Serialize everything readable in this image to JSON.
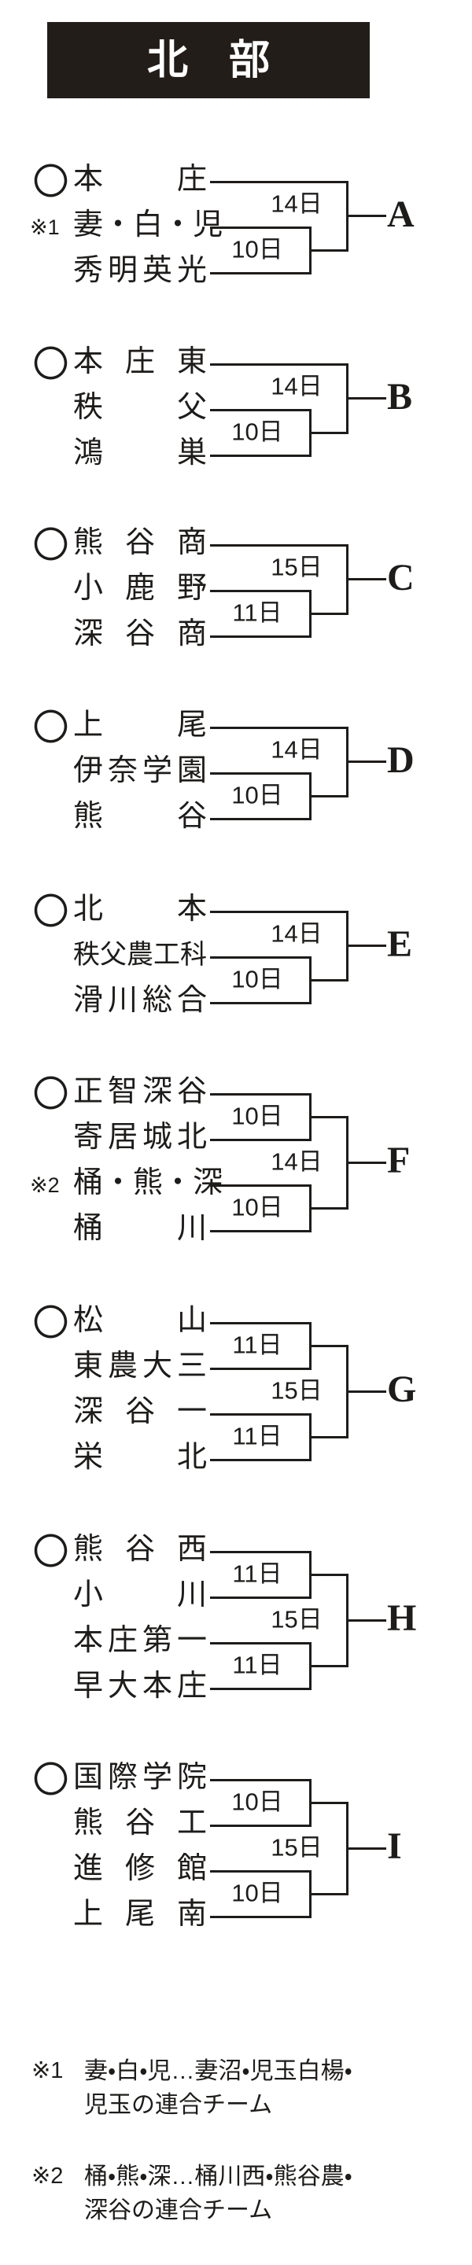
{
  "header": {
    "title": "北部"
  },
  "bracket": {
    "line_color": "#1e1c1a",
    "header_bg": "#231d19",
    "groups": [
      {
        "letter": "A",
        "teams": [
          {
            "prefix": "〇",
            "name": "本庄"
          },
          {
            "prefix": "※1",
            "name": "妻・白・児"
          },
          {
            "prefix": "",
            "name": "秀明英光"
          }
        ],
        "dates": [
          "14日",
          "10日"
        ]
      },
      {
        "letter": "B",
        "teams": [
          {
            "prefix": "〇",
            "name": "本庄東"
          },
          {
            "prefix": "",
            "name": "秩父"
          },
          {
            "prefix": "",
            "name": "鴻巣"
          }
        ],
        "dates": [
          "14日",
          "10日"
        ]
      },
      {
        "letter": "C",
        "teams": [
          {
            "prefix": "〇",
            "name": "熊谷商"
          },
          {
            "prefix": "",
            "name": "小鹿野"
          },
          {
            "prefix": "",
            "name": "深谷商"
          }
        ],
        "dates": [
          "15日",
          "11日"
        ]
      },
      {
        "letter": "D",
        "teams": [
          {
            "prefix": "〇",
            "name": "上尾"
          },
          {
            "prefix": "",
            "name": "伊奈学園"
          },
          {
            "prefix": "",
            "name": "熊谷"
          }
        ],
        "dates": [
          "14日",
          "10日"
        ]
      },
      {
        "letter": "E",
        "teams": [
          {
            "prefix": "〇",
            "name": "北本"
          },
          {
            "prefix": "",
            "name": "秩父農工科"
          },
          {
            "prefix": "",
            "name": "滑川総合"
          }
        ],
        "dates": [
          "14日",
          "10日"
        ]
      },
      {
        "letter": "F",
        "teams": [
          {
            "prefix": "〇",
            "name": "正智深谷"
          },
          {
            "prefix": "",
            "name": "寄居城北"
          },
          {
            "prefix": "※2",
            "name": "桶・熊・深"
          },
          {
            "prefix": "",
            "name": "桶川"
          }
        ],
        "dates": [
          "10日",
          "14日",
          "10日"
        ]
      },
      {
        "letter": "G",
        "teams": [
          {
            "prefix": "〇",
            "name": "松山"
          },
          {
            "prefix": "",
            "name": "東農大三"
          },
          {
            "prefix": "",
            "name": "深谷一"
          },
          {
            "prefix": "",
            "name": "栄北"
          }
        ],
        "dates": [
          "11日",
          "15日",
          "11日"
        ]
      },
      {
        "letter": "H",
        "teams": [
          {
            "prefix": "〇",
            "name": "熊谷西"
          },
          {
            "prefix": "",
            "name": "小川"
          },
          {
            "prefix": "",
            "name": "本庄第一"
          },
          {
            "prefix": "",
            "name": "早大本庄"
          }
        ],
        "dates": [
          "11日",
          "15日",
          "11日"
        ]
      },
      {
        "letter": "I",
        "teams": [
          {
            "prefix": "〇",
            "name": "国際学院"
          },
          {
            "prefix": "",
            "name": "熊谷工"
          },
          {
            "prefix": "",
            "name": "進修館"
          },
          {
            "prefix": "",
            "name": "上尾南"
          }
        ],
        "dates": [
          "10日",
          "15日",
          "10日"
        ]
      }
    ]
  },
  "footnotes": [
    {
      "mark": "※1",
      "lines": [
        "妻・白・児…妻沼・児玉白楊・",
        "児玉の連合チーム"
      ]
    },
    {
      "mark": "※2",
      "lines": [
        "桶・熊・深…桶川西・熊谷農・",
        "深谷の連合チーム"
      ]
    }
  ]
}
